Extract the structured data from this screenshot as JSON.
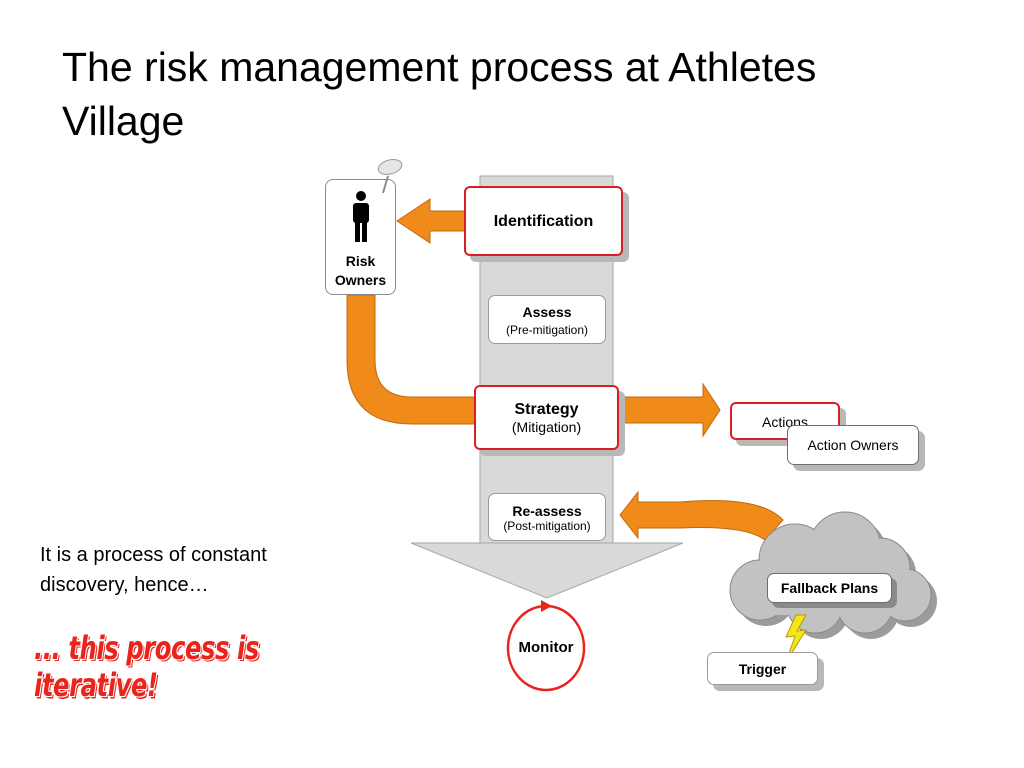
{
  "title": "The risk management process at Athletes\nVillage",
  "risk_owners": {
    "line1": "Risk",
    "line2": "Owners"
  },
  "steps": {
    "identification": "Identification",
    "assess": {
      "label": "Assess",
      "sub": "(Pre-mitigation)"
    },
    "strategy": {
      "label": "Strategy",
      "sub": "(Mitigation)"
    },
    "reassess": {
      "label": "Re-assess",
      "sub": "(Post-mitigation)"
    },
    "monitor": "Monitor"
  },
  "actions": {
    "actions": "Actions",
    "action_owners": "Action Owners"
  },
  "fallback": {
    "fallback_plans": "Fallback Plans",
    "trigger": "Trigger"
  },
  "text": {
    "intro": "It is a process of constant discovery, hence…",
    "iterative": "... this process is iterative!"
  },
  "colors": {
    "arrow": "#f08a19",
    "accent_red": "#d81e26",
    "column": "#d9d9d9",
    "cloud": "#bdbdbd"
  },
  "icons": {
    "person": "person-icon",
    "pin": "pushpin-icon",
    "lightning": "lightning-icon"
  }
}
